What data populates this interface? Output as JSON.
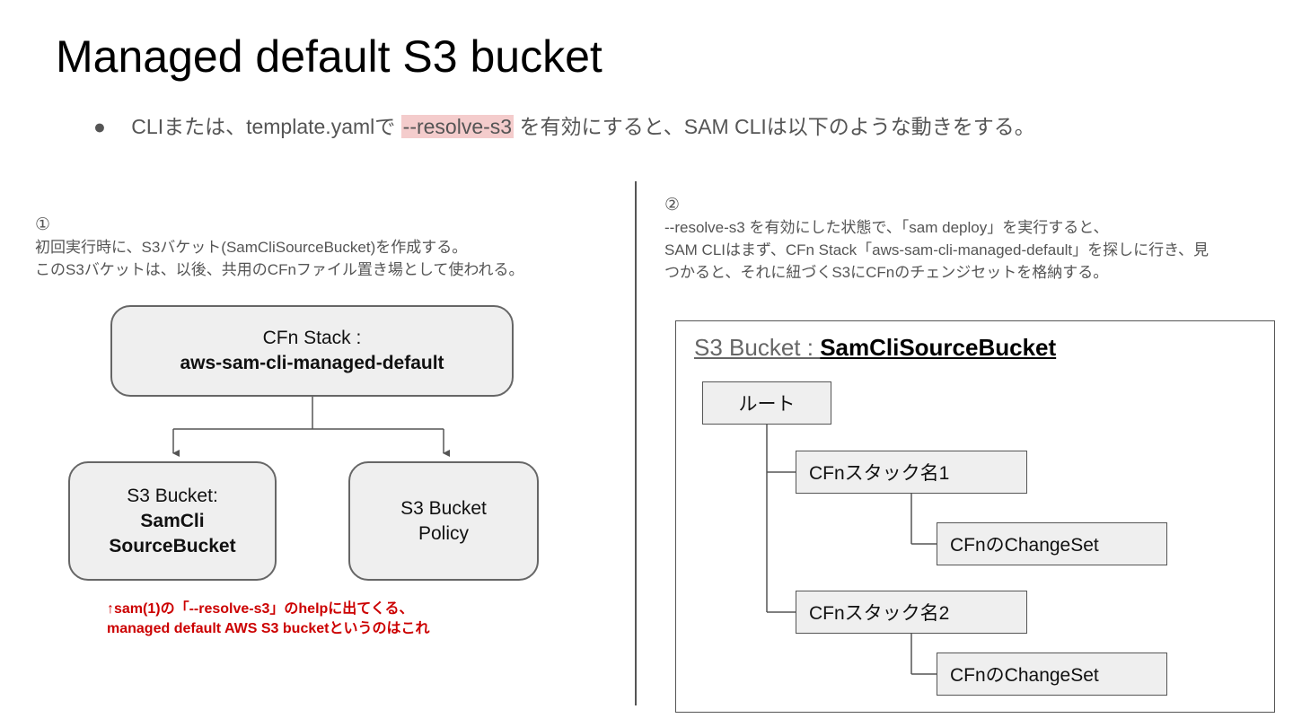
{
  "slide": {
    "title": "Managed default S3 bucket",
    "bullet": {
      "marker": "●",
      "before": "CLIまたは、template.yamlで",
      "highlight": "--resolve-s3",
      "after": "を有効にすると、SAM CLIは以下のような動きをする。",
      "highlight_color": "#f4cccc"
    }
  },
  "left": {
    "number": "①",
    "lines": [
      "初回実行時に、S3バケット(SamCliSourceBucket)を作成する。",
      "このS3バケットは、以後、共用のCFnファイル置き場として使われる。"
    ],
    "stack_node": {
      "line1": "CFn Stack :",
      "line2": "aws-sam-cli-managed-default"
    },
    "bucket_node": {
      "line1": "S3 Bucket:",
      "line2": "SamCli",
      "line3": "SourceBucket"
    },
    "policy_node": {
      "line1": "S3 Bucket",
      "line2": "Policy"
    },
    "red_note": [
      "↑sam(1)の「--resolve-s3」のhelpに出てくる、",
      "managed default AWS S3 bucketというのはこれ"
    ],
    "red_color": "#cc0000"
  },
  "right": {
    "number": "②",
    "lines": [
      "--resolve-s3 を有効にした状態で、「sam deploy」を実行すると、",
      "SAM CLIはまず、CFn Stack「aws-sam-cli-managed-default」を探しに行き、見",
      "つかると、それに紐づくS3にCFnのチェンジセットを格納する。"
    ],
    "bucket_label": "S3 Bucket : ",
    "bucket_name": "SamCliSourceBucket",
    "tree": {
      "root": "ルート",
      "stack1": "CFnスタック名1",
      "changeset1": "CFnのChangeSet",
      "stack2": "CFnスタック名2",
      "changeset2": "CFnのChangeSet"
    }
  }
}
